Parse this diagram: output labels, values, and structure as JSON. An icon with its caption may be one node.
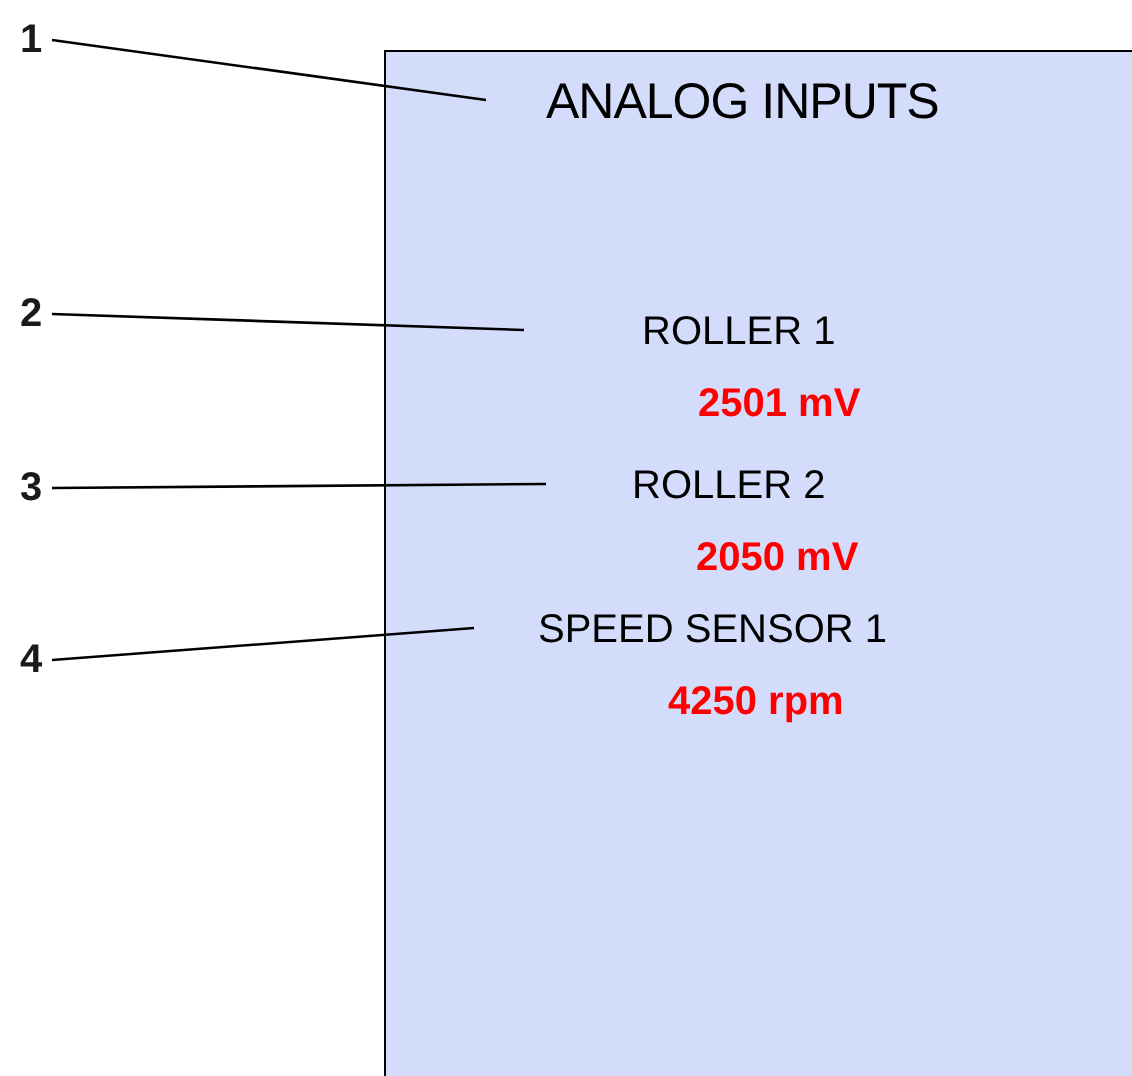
{
  "diagram": {
    "nodes": [
      {
        "text": [],
        "shape": "box"
      },
      {
        "text": [
          "ANALOG INPUTS"
        ],
        "in": 0
      },
      {
        "text": [
          "ROLLER 1",
          "2501 mV"
        ],
        "in": 0
      },
      {
        "text": [
          "ROLLER 2",
          "2050 mV"
        ],
        "in": 0
      },
      {
        "text": [
          "SPEED SENSOR 1",
          "4250 rpm"
        ],
        "in": 0
      },
      {
        "text": [
          "1"
        ]
      },
      {
        "text": [
          "2"
        ]
      },
      {
        "text": [
          "3"
        ]
      },
      {
        "text": [
          "4"
        ]
      }
    ],
    "edges": [
      {
        "from": 5,
        "to": 1,
        "arrow": "none"
      },
      {
        "from": 6,
        "to": 2,
        "arrow": "none"
      },
      {
        "from": 7,
        "to": 3,
        "arrow": "none"
      },
      {
        "from": 8,
        "to": 4,
        "arrow": "none"
      }
    ]
  }
}
